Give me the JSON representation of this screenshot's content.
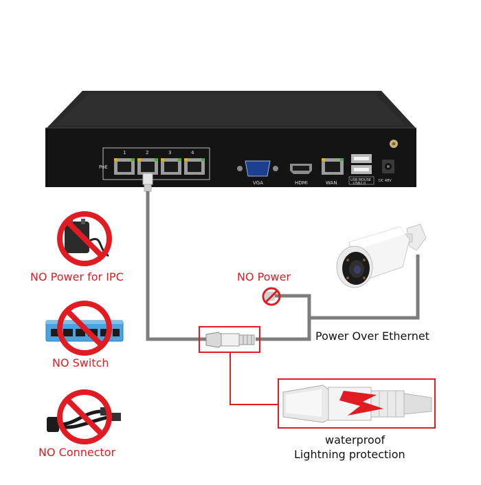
{
  "nvr": {
    "poe_label": "PoE",
    "port_numbers": [
      "1",
      "2",
      "3",
      "4"
    ],
    "vga_label": "VGA",
    "hdmi_label": "HDMI",
    "wan_label": "WAN",
    "usb_label": "USB MOUSE",
    "usb_sub_label": "USB2.0",
    "dc_label": "DC 48V"
  },
  "left_panel": {
    "no_power_ipc": "NO Power for IPC",
    "no_switch": "NO Switch",
    "no_connector": "NO Connector"
  },
  "diagram": {
    "no_power": "NO Power",
    "poe": "Power Over Ethernet",
    "waterproof": "waterproof",
    "lightning": "Lightning protection"
  },
  "colors": {
    "accent_red": "#e01b22",
    "cable_gray": "#7d7d7d",
    "nvr_body": "#141414"
  }
}
